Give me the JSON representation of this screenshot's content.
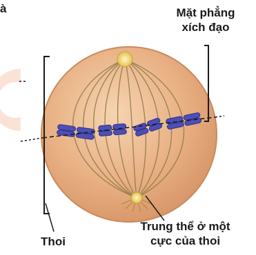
{
  "labels": {
    "equatorial_plane": [
      "Mặt phẳng",
      "xích đạo"
    ],
    "spindle": "Thoi",
    "centrosome": [
      "Trung thể ở một",
      "cực của thoi"
    ],
    "cut_off_top_left": "à"
  },
  "colors": {
    "cell_fill": "#e9b184",
    "cell_edge": "#cf8f62",
    "spindle_fiber": "#8f7a4c",
    "chromosome": "#4d4fb8",
    "centrosome": "#f3d978",
    "watermark": "#f4c3a8",
    "text": "#1a1a1a"
  }
}
